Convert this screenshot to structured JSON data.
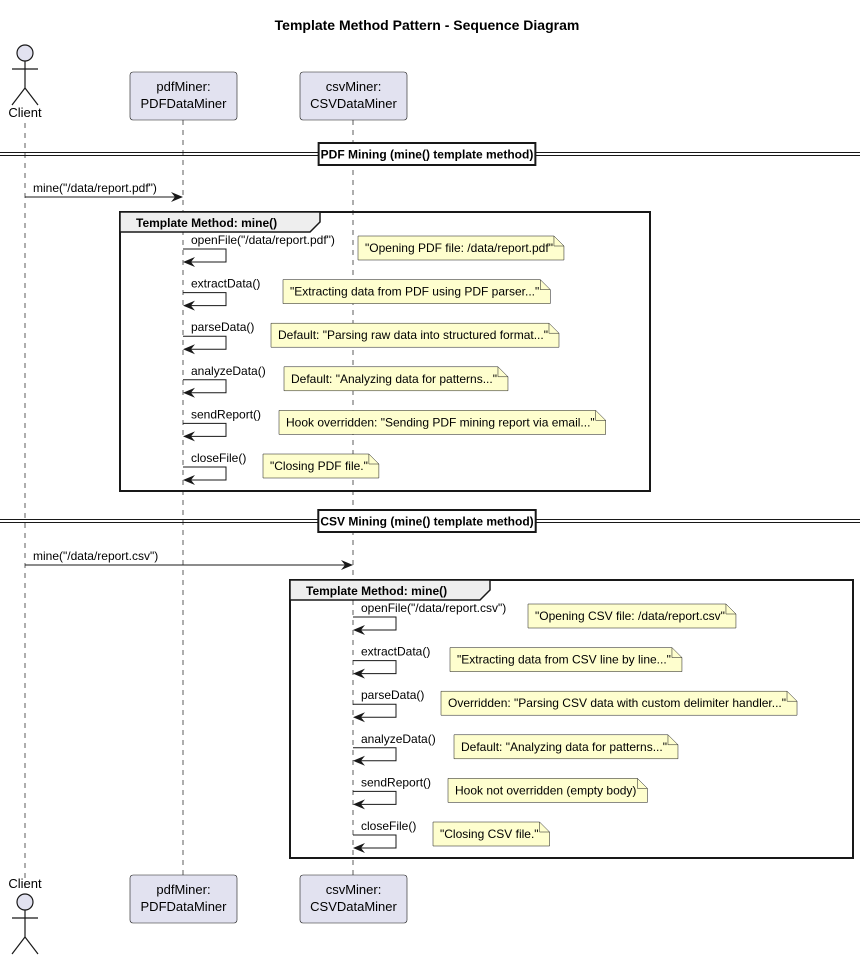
{
  "title": "Template Method Pattern - Sequence Diagram",
  "participants": [
    {
      "id": "client",
      "kind": "actor",
      "label_lines": [
        "Client"
      ]
    },
    {
      "id": "pdf",
      "kind": "box",
      "label_lines": [
        "pdfMiner:",
        "PDFDataMiner"
      ]
    },
    {
      "id": "csv",
      "kind": "box",
      "label_lines": [
        "csvMiner:",
        "CSVDataMiner"
      ]
    }
  ],
  "sections": [
    {
      "divider_label": "PDF Mining (mine() template method)",
      "call": {
        "from": "client",
        "to": "pdf",
        "label": "mine(\"/data/report.pdf\")"
      },
      "fragment_label": "Template Method: mine()",
      "target": "pdf",
      "steps": [
        {
          "method": "openFile(\"/data/report.pdf\")",
          "note": "\"Opening PDF file: /data/report.pdf\""
        },
        {
          "method": "extractData()",
          "note": "\"Extracting data from PDF using PDF parser...\""
        },
        {
          "method": "parseData()",
          "note": "Default: \"Parsing raw data into structured format...\""
        },
        {
          "method": "analyzeData()",
          "note": "Default: \"Analyzing data for patterns...\""
        },
        {
          "method": "sendReport()",
          "note": "Hook overridden: \"Sending PDF mining report via email...\""
        },
        {
          "method": "closeFile()",
          "note": "\"Closing PDF file.\""
        }
      ]
    },
    {
      "divider_label": "CSV Mining (mine() template method)",
      "call": {
        "from": "client",
        "to": "csv",
        "label": "mine(\"/data/report.csv\")"
      },
      "fragment_label": "Template Method: mine()",
      "target": "csv",
      "steps": [
        {
          "method": "openFile(\"/data/report.csv\")",
          "note": "\"Opening CSV file: /data/report.csv\""
        },
        {
          "method": "extractData()",
          "note": "\"Extracting data from CSV line by line...\""
        },
        {
          "method": "parseData()",
          "note": "Overridden: \"Parsing CSV data with custom delimiter handler...\""
        },
        {
          "method": "analyzeData()",
          "note": "Default: \"Analyzing data for patterns...\""
        },
        {
          "method": "sendReport()",
          "note": "Hook not overridden (empty body)"
        },
        {
          "method": "closeFile()",
          "note": "\"Closing CSV file.\""
        }
      ]
    }
  ],
  "colors": {
    "participant_fill": "#e2e2f0",
    "participant_stroke": "#181818",
    "note_fill": "#fefece",
    "line": "#181818",
    "fragment_header_fill": "#eeeeee"
  }
}
